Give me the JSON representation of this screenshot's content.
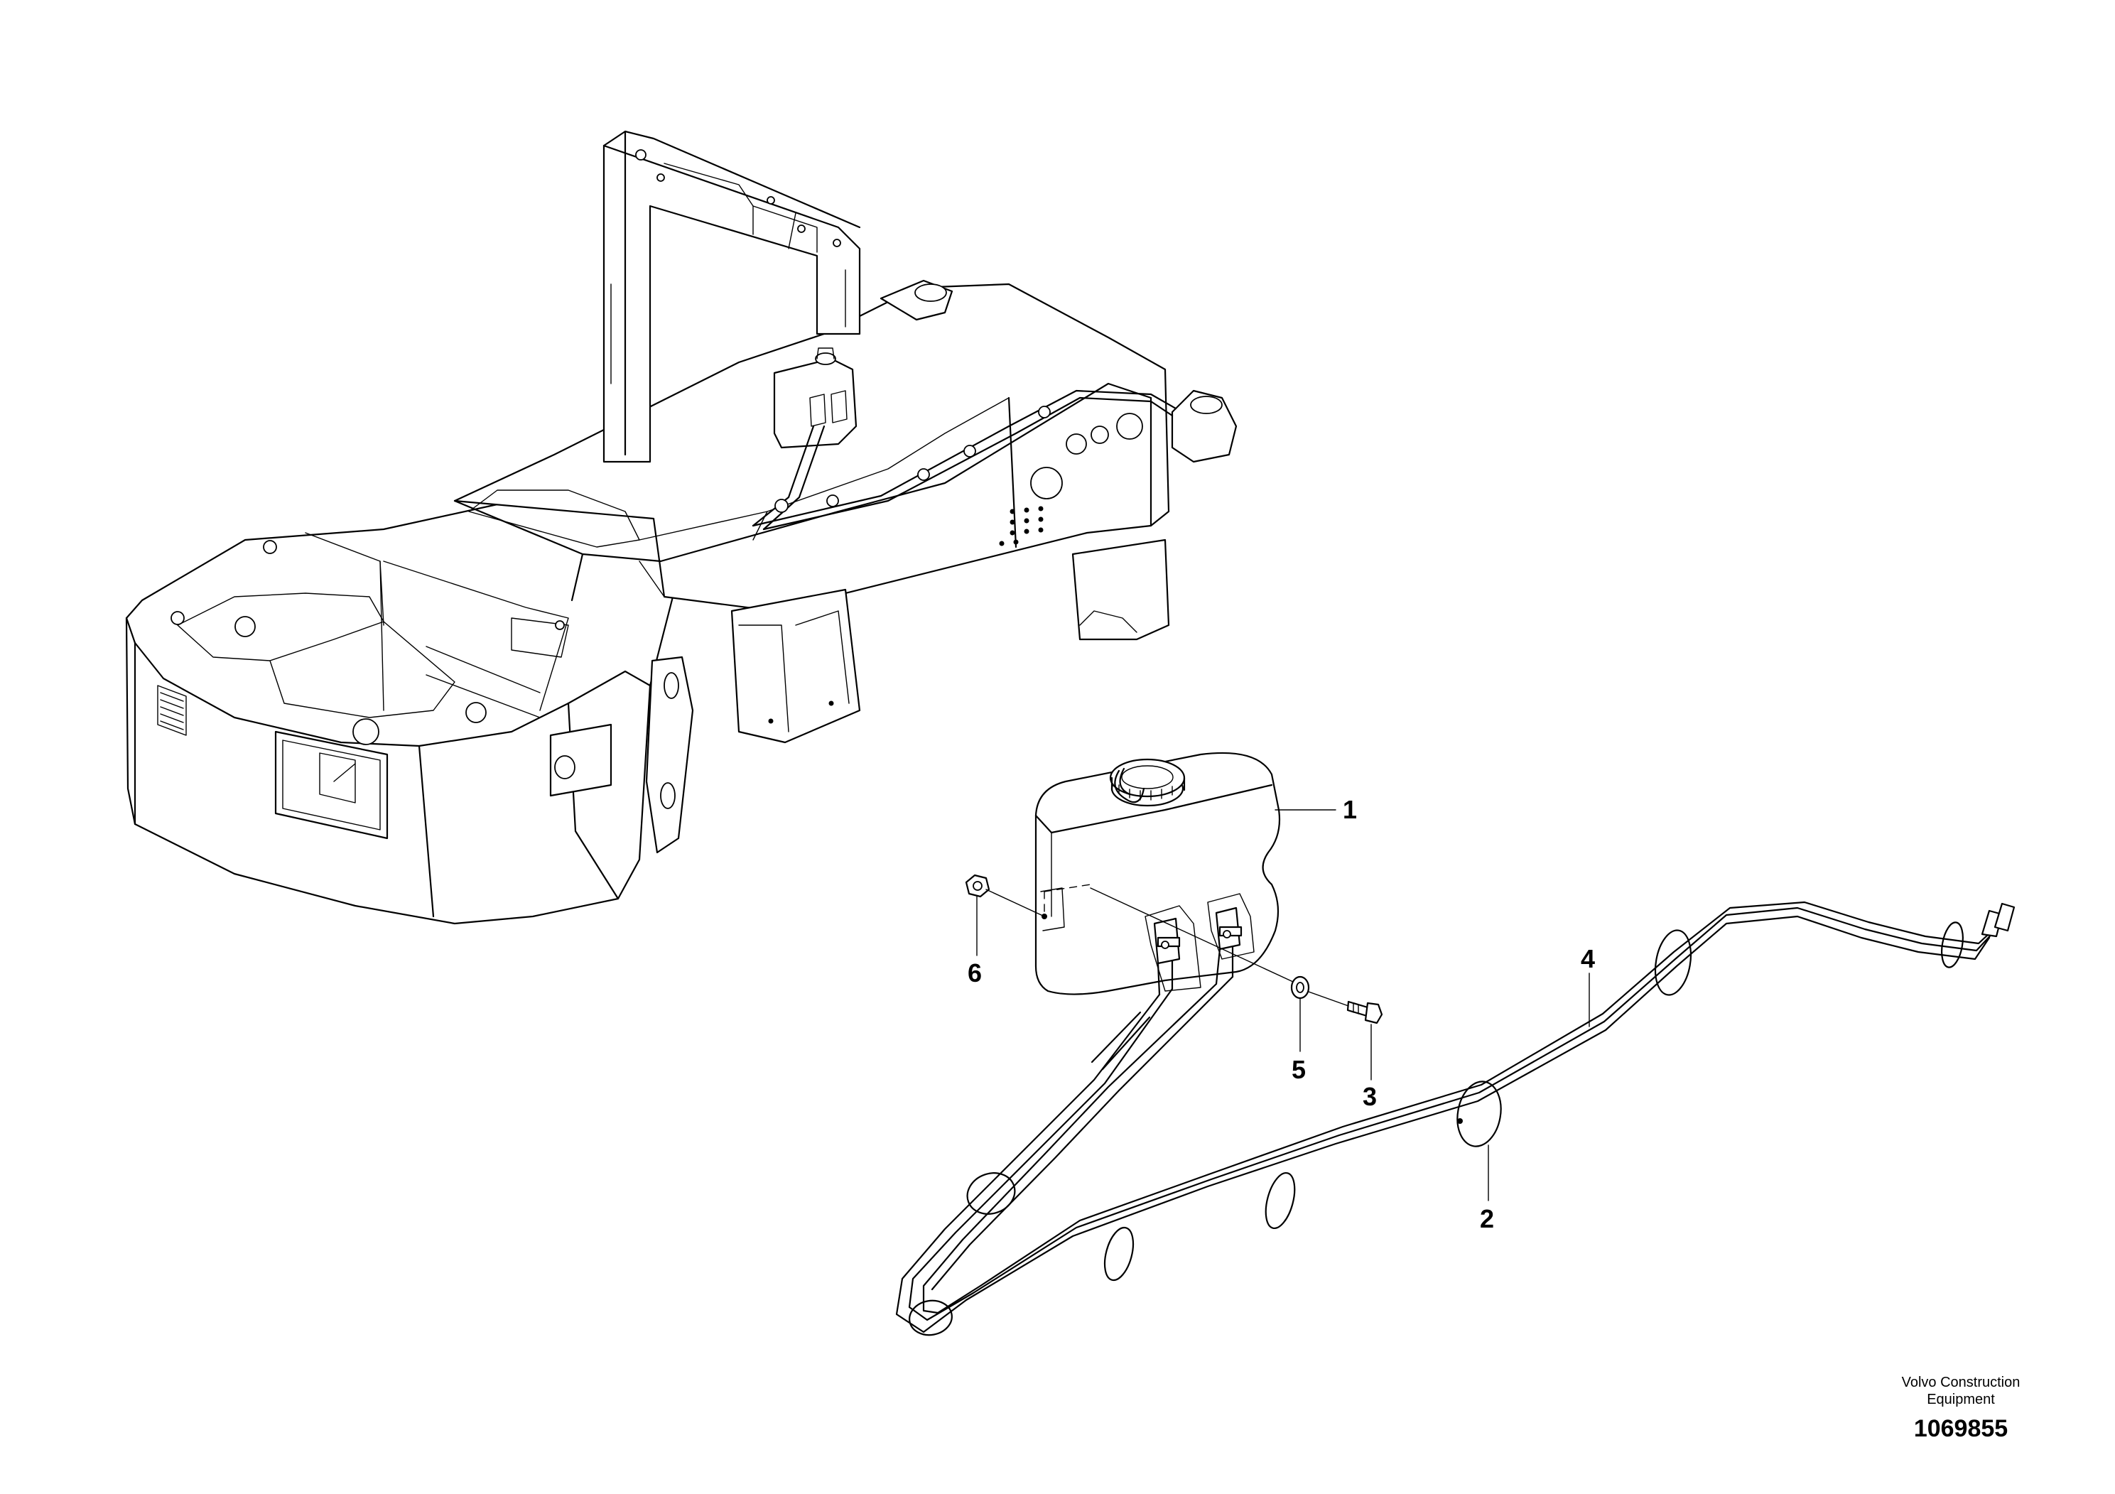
{
  "callouts": {
    "item_1": "1",
    "item_2": "2",
    "item_3": "3",
    "item_4": "4",
    "item_5": "5",
    "item_6": "6"
  },
  "footer": {
    "company_line1": "Volvo Construction",
    "company_line2": "Equipment",
    "figure_number": "1069855"
  }
}
